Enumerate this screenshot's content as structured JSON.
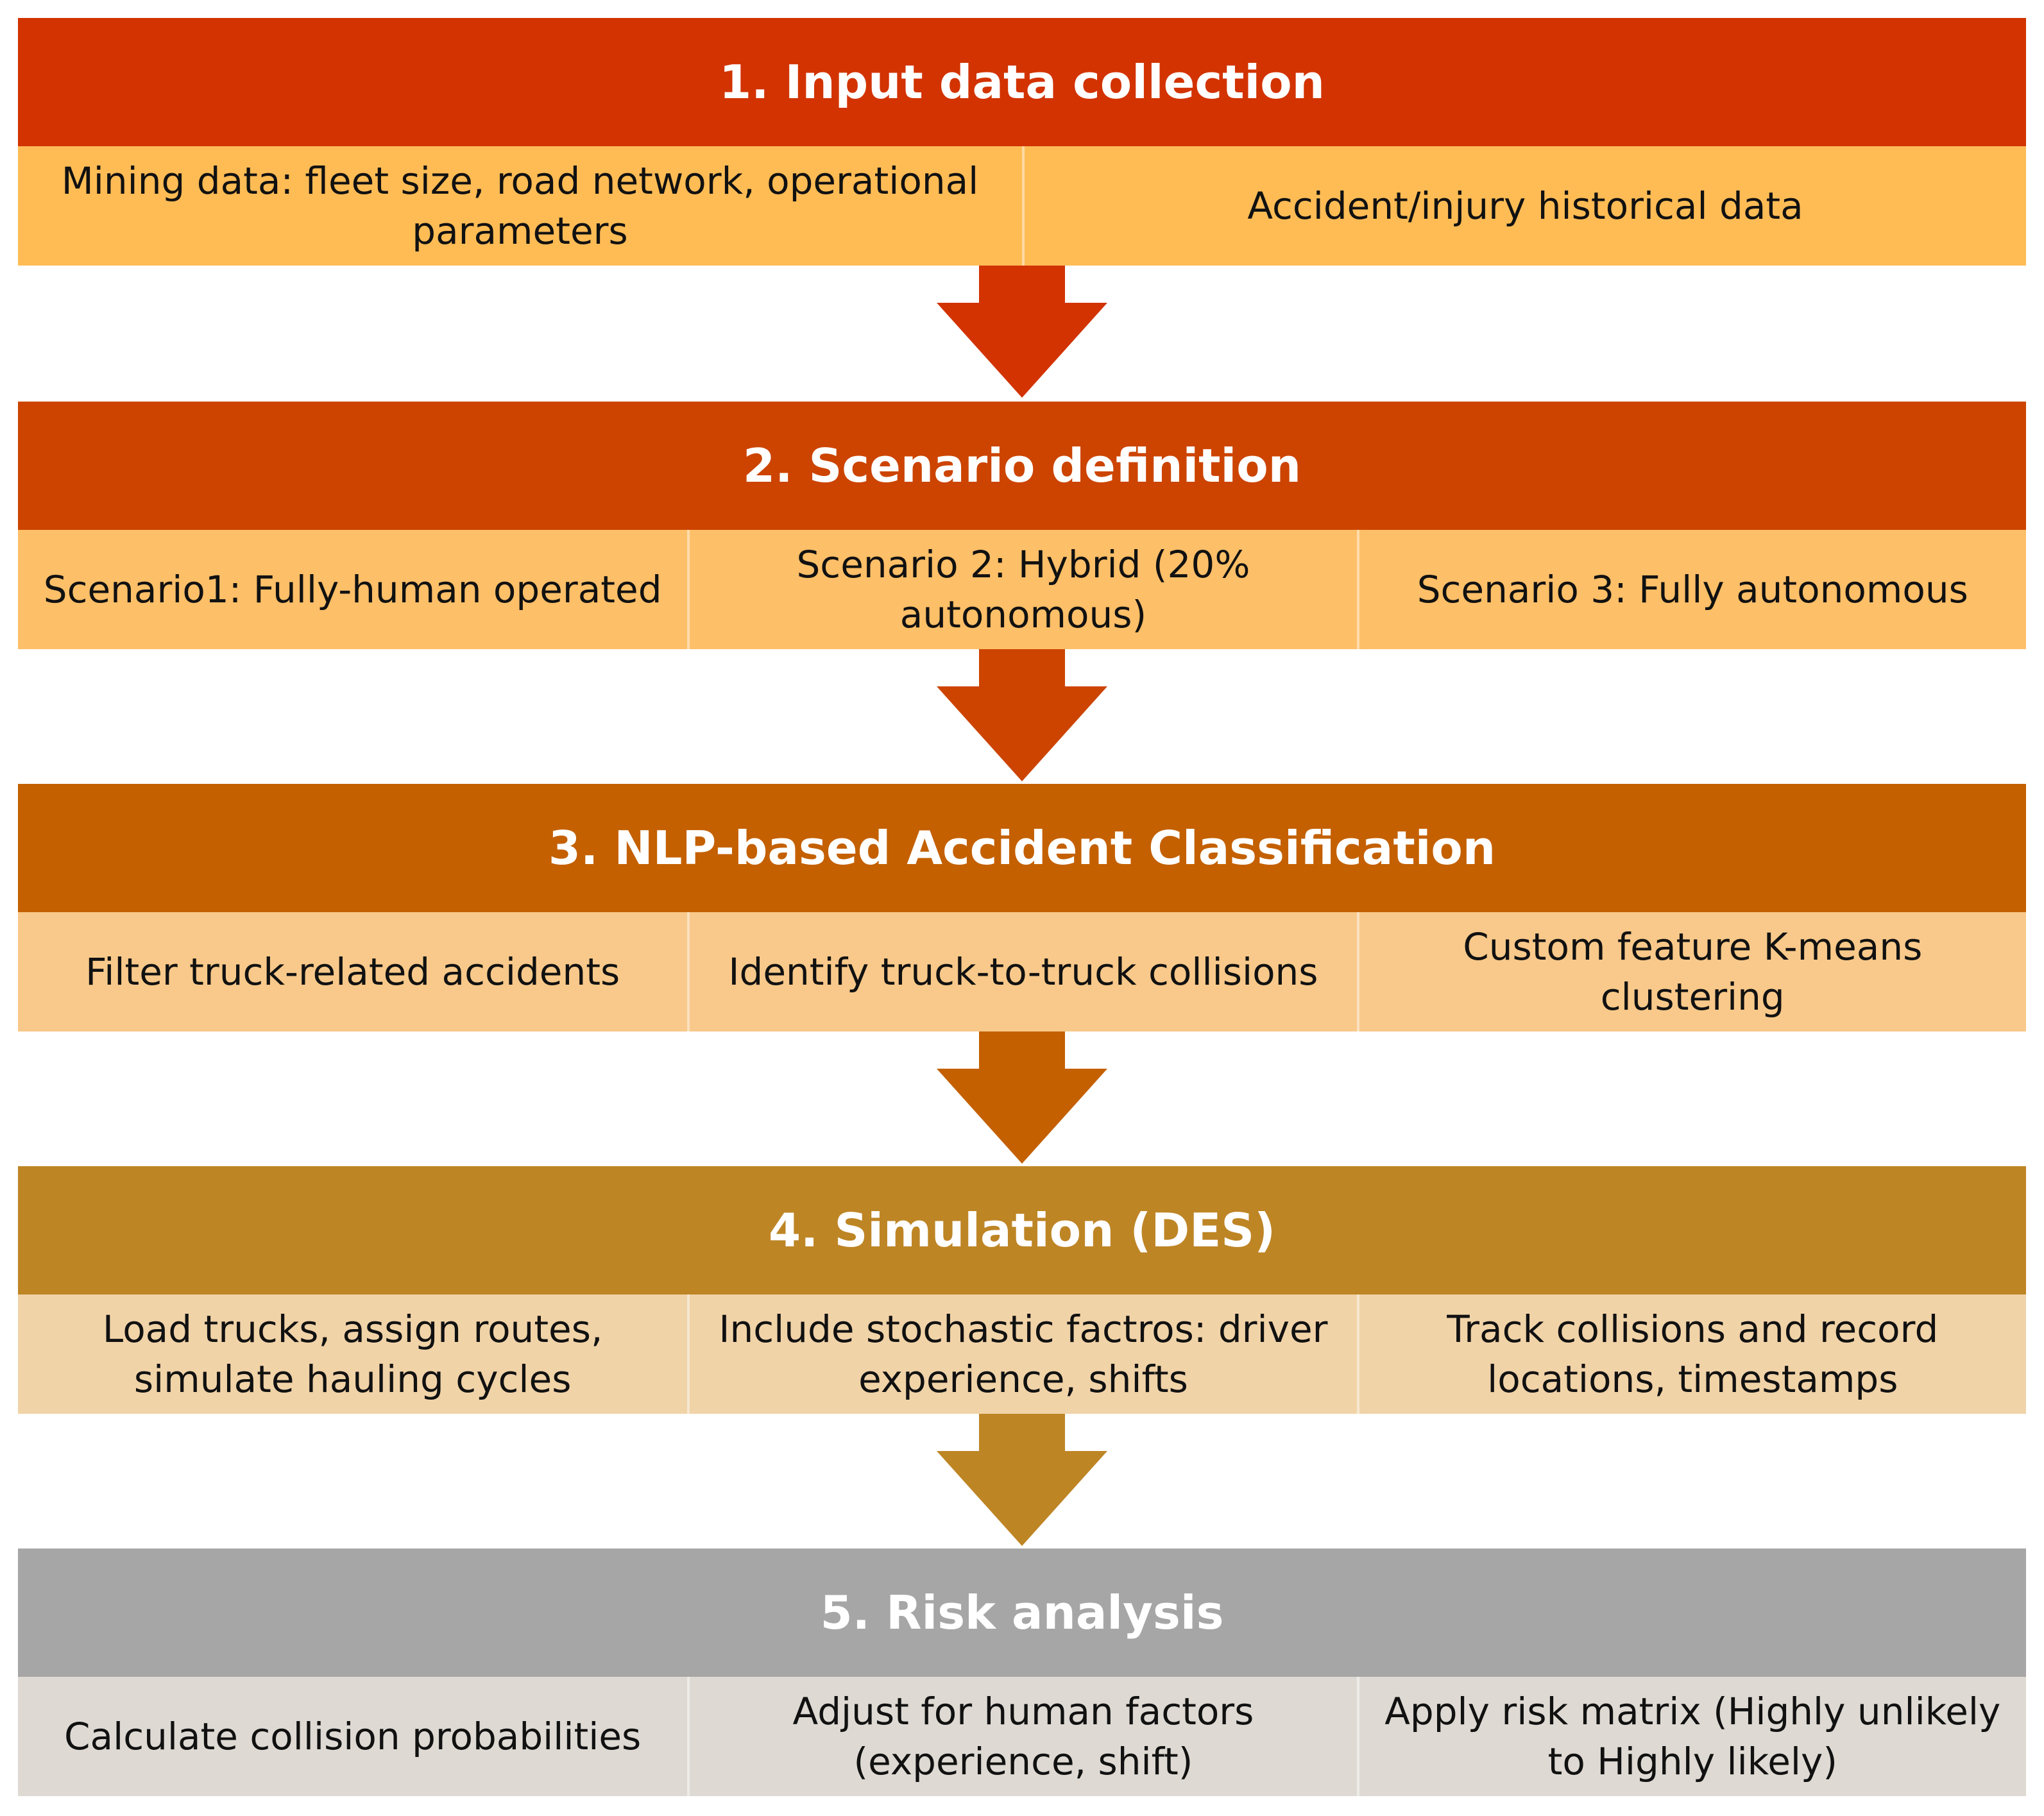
{
  "steps": [
    {
      "title": "1. Input data collection",
      "header_color": "#D23300",
      "cell_color": "#FFBC55",
      "items": [
        "Mining data: fleet size, road network, operational parameters",
        "Accident/injury historical data"
      ]
    },
    {
      "title": "2. Scenario definition",
      "header_color": "#CC4400",
      "cell_color": "#FDBF68",
      "items": [
        "Scenario1: Fully-human operated",
        "Scenario 2: Hybrid (20% autonomous)",
        "Scenario 3: Fully autonomous"
      ]
    },
    {
      "title": "3. NLP-based Accident Classification",
      "header_color": "#C46000",
      "cell_color": "#F8C98A",
      "items": [
        "Filter truck-related accidents",
        "Identify truck-to-truck collisions",
        "Custom feature K-means clustering"
      ]
    },
    {
      "title": "4. Simulation (DES)",
      "header_color": "#BE8525",
      "cell_color": "#F1D3A8",
      "items": [
        "Load trucks, assign routes, simulate hauling cycles",
        "Include stochastic factros: driver experience, shifts",
        "Track collisions and record locations, timestamps"
      ]
    },
    {
      "title": "5. Risk analysis",
      "header_color": "#A6A6A6",
      "cell_color": "#DEDAD3",
      "items": [
        "Calculate collision probabilities",
        "Adjust for human factors (experience, shift)",
        "Apply risk matrix (Highly unlikely to Highly likely)"
      ]
    }
  ],
  "arrows": [
    {
      "color": "#D23300"
    },
    {
      "color": "#CC4400"
    },
    {
      "color": "#C46000"
    },
    {
      "color": "#BE8525"
    }
  ]
}
